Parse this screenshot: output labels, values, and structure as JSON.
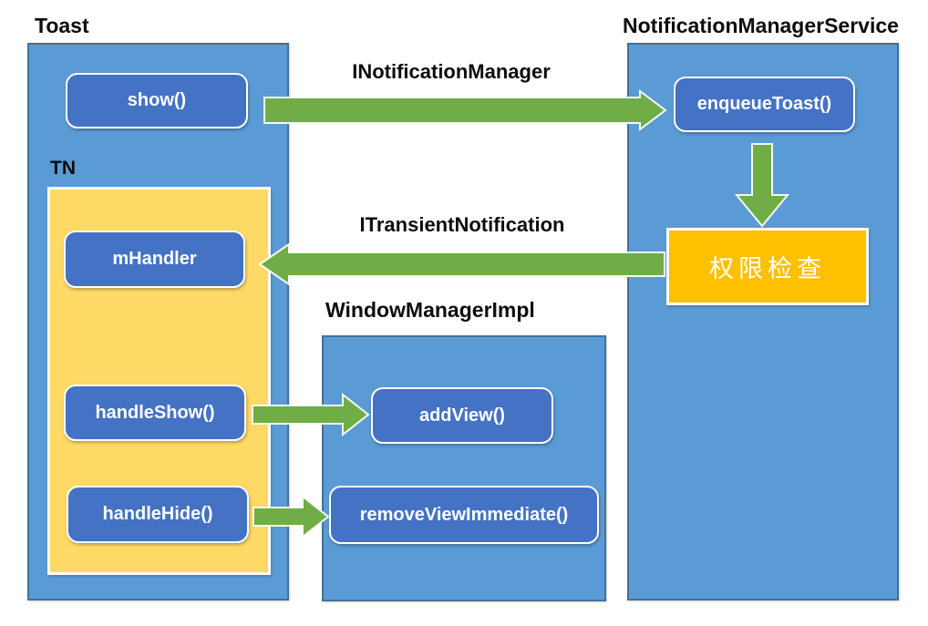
{
  "diagram": {
    "toast": {
      "title": "Toast",
      "show_method": "show()",
      "tn": {
        "label": "TN",
        "mhandler": "mHandler",
        "handle_show": "handleShow()",
        "handle_hide": "handleHide()"
      }
    },
    "notification_manager_service": {
      "title": "NotificationManagerService",
      "enqueue_toast": "enqueueToast()",
      "permission_check": "权限检查"
    },
    "window_manager_impl": {
      "title": "WindowManagerImpl",
      "add_view": "addView()",
      "remove_view_immediate": "removeViewImmediate()"
    },
    "arrows": {
      "inotification_manager": "INotificationManager",
      "itransient_notification": "ITransientNotification"
    },
    "colors": {
      "container_fill": "#5B9BD5",
      "container_border": "#41719C",
      "method_fill": "#4472C4",
      "tn_fill": "#FFD966",
      "permission_fill": "#FFC000",
      "arrow_fill": "#70AD47"
    }
  }
}
